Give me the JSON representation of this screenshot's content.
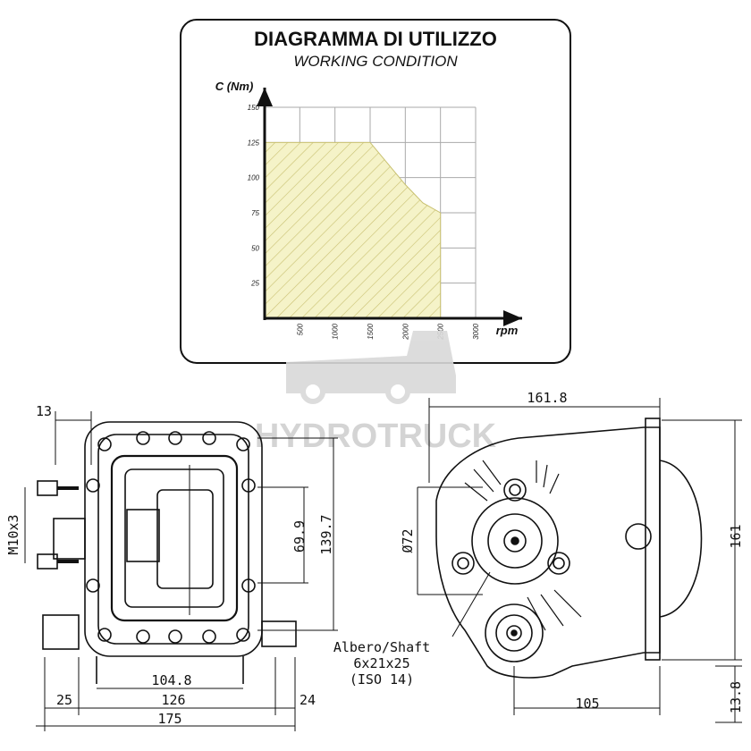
{
  "chart_data": {
    "type": "area",
    "title": "DIAGRAMMA DI UTILIZZO",
    "subtitle": "WORKING CONDITION",
    "ylabel": "C (Nm)",
    "xlabel": "rpm",
    "x_ticks": [
      "500",
      "1000",
      "1500",
      "2000",
      "2500",
      "3000"
    ],
    "y_ticks": [
      "25",
      "50",
      "75",
      "100",
      "125",
      "150"
    ],
    "xlim": [
      0,
      3000
    ],
    "ylim": [
      0,
      150
    ],
    "grid": true,
    "fill_color": "#f5f3c8",
    "series": [
      {
        "x": [
          0,
          1500,
          1750,
          2000,
          2250,
          2500,
          2500
        ],
        "values": [
          125,
          125,
          110,
          95,
          82,
          75,
          0
        ]
      }
    ]
  },
  "watermark": {
    "text": "HYDROTRUCK"
  },
  "dimensions": {
    "d13": "13",
    "m10": "M10x3",
    "d69": "69.9",
    "d139": "139.7",
    "d104": "104.8",
    "d25": "25",
    "d126": "126",
    "d24": "24",
    "d175": "175",
    "d161_8": "161.8",
    "d72": "Ø72",
    "d161": "161",
    "d105": "105",
    "d13_8": "13.8"
  },
  "shaft_note": {
    "line1": "Albero/Shaft",
    "line2": "6x21x25",
    "line3": "(ISO 14)"
  },
  "colors": {
    "chart_fill": "#f5f3c8",
    "hatch": "#c8c070",
    "watermark": "#d9d9d9"
  }
}
